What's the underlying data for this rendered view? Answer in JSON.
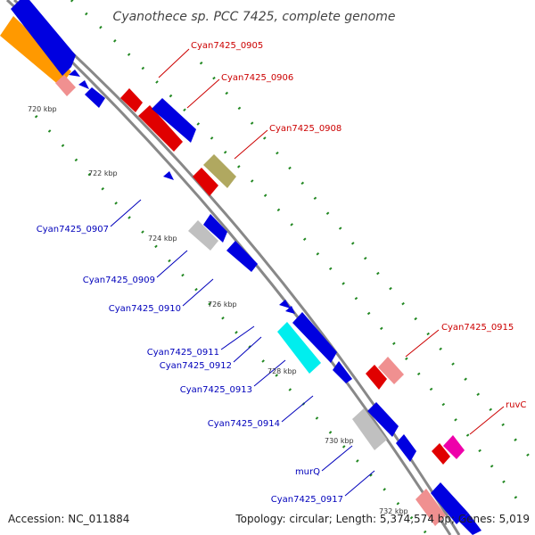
{
  "title": "Cyanothece sp. PCC 7425, complete genome",
  "footer": {
    "accession": "Accession: NC_011884",
    "summary": "Topology: circular; Length: 5,374,574 bp; Genes: 5,019"
  },
  "ticks": [
    "720 kbp",
    "722 kbp",
    "724 kbp",
    "726 kbp",
    "728 kbp",
    "730 kbp",
    "732 kbp"
  ],
  "genes_upper": [
    "Cyan7425_0905",
    "Cyan7425_0906",
    "Cyan7425_0908",
    "Cyan7425_0915",
    "ruvC"
  ],
  "genes_lower": [
    "Cyan7425_0907",
    "Cyan7425_0909",
    "Cyan7425_0910",
    "Cyan7425_0911",
    "Cyan7425_0912",
    "Cyan7425_0913",
    "Cyan7425_0914",
    "murQ",
    "Cyan7425_0917"
  ],
  "colors": {
    "label_red": "#cc0000",
    "label_blue": "#0000bb",
    "backbone": "#888888",
    "dots": "#228822",
    "gene_blue": "#0000e0",
    "gene_red": "#e00000",
    "gene_salmon": "#f09090",
    "gene_orange": "#ff9900",
    "gene_gray": "#c0c0c0",
    "gene_olive": "#b0a860",
    "gene_cyan": "#00eeee",
    "gene_magenta": "#ee00aa"
  }
}
